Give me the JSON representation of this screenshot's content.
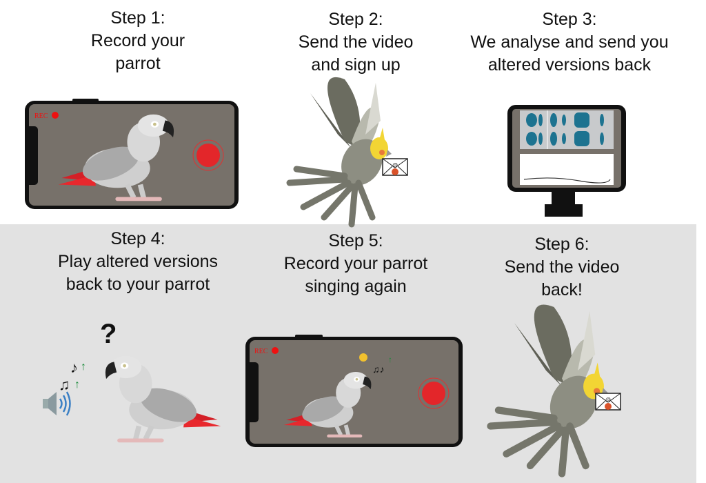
{
  "steps": [
    {
      "lines": [
        "Step 1:",
        "Record your",
        "parrot"
      ]
    },
    {
      "lines": [
        "Step 2:",
        "Send the video",
        "and sign up"
      ]
    },
    {
      "lines": [
        "Step 3:",
        "We analyse and send you",
        "altered versions back"
      ]
    },
    {
      "lines": [
        "Step 4:",
        "Play altered versions",
        "back to your parrot"
      ]
    },
    {
      "lines": [
        "Step 5:",
        "Record your parrot",
        "singing again"
      ]
    },
    {
      "lines": [
        "Step 6:",
        "Send the video",
        "back!"
      ]
    }
  ],
  "phone": {
    "rec_label": "REC"
  },
  "question_mark": "?",
  "envelope_symbol": "@",
  "colors": {
    "phone_screen": "#77716a",
    "record_red": "#e3262a",
    "waveform": "#1d7390",
    "bottom_bg": "#e2e2e2"
  }
}
